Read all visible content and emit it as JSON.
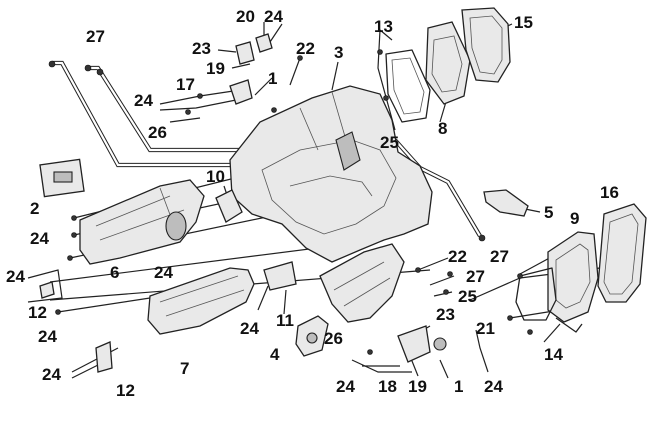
{
  "callouts": {
    "c1a": "1",
    "c1b": "1",
    "c2": "2",
    "c3": "3",
    "c4": "4",
    "c5": "5",
    "c6": "6",
    "c7": "7",
    "c8": "8",
    "c9": "9",
    "c10": "10",
    "c11": "11",
    "c12a": "12",
    "c12b": "12",
    "c13": "13",
    "c14": "14",
    "c15": "15",
    "c16": "16",
    "c17": "17",
    "c18": "18",
    "c19a": "19",
    "c19b": "19",
    "c20": "20",
    "c21": "21",
    "c22a": "22",
    "c22b": "22",
    "c23a": "23",
    "c23b": "23",
    "c24a": "24",
    "c24b": "24",
    "c24c": "24",
    "c24d": "24",
    "c24e": "24",
    "c24f": "24",
    "c24g": "24",
    "c24h": "24",
    "c24i": "24",
    "c24j": "24",
    "c25a": "25",
    "c25b": "25",
    "c26a": "26",
    "c26b": "26",
    "c27a": "27",
    "c27b": "27",
    "c27c": "27"
  },
  "colors": {
    "line": "#222222",
    "fill": "#e9e9e9",
    "background": "#ffffff"
  }
}
